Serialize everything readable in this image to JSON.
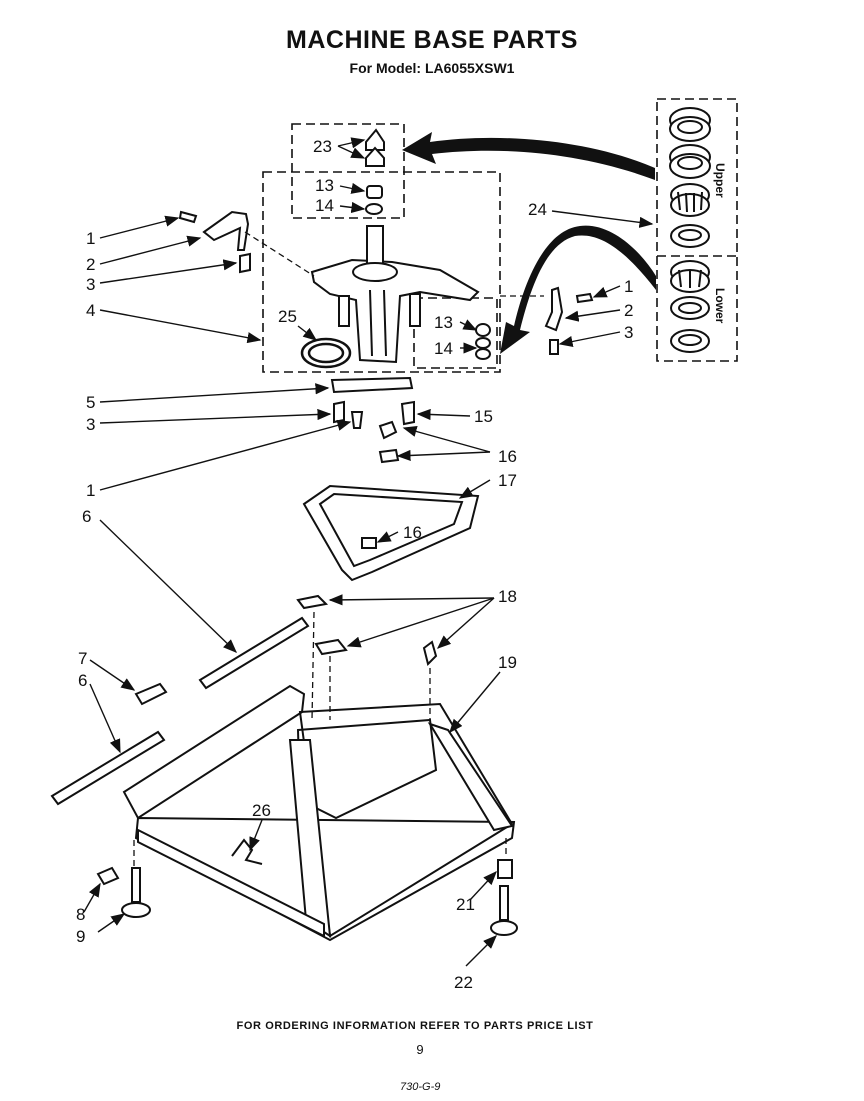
{
  "header": {
    "title": "MACHINE BASE PARTS",
    "subtitle": "For Model: LA6055XSW1"
  },
  "callouts": {
    "c23": "23",
    "c13a": "13",
    "c14a": "14",
    "c24": "24",
    "c1a": "1",
    "c2a": "2",
    "c3a": "3",
    "c4": "4",
    "c25": "25",
    "c13b": "13",
    "c14b": "14",
    "c1b": "1",
    "c2b": "2",
    "c3b": "3",
    "c5": "5",
    "c3c": "3",
    "c15": "15",
    "c16a": "16",
    "c1c": "1",
    "c17": "17",
    "c16b": "16",
    "c6a": "6",
    "c18": "18",
    "c7": "7",
    "c6b": "6",
    "c19": "19",
    "c26": "26",
    "c21": "21",
    "c8": "8",
    "c9": "9",
    "c22": "22"
  },
  "bearing_labels": {
    "upper": "Upper",
    "lower": "Lower"
  },
  "footer": {
    "note": "FOR ORDERING INFORMATION REFER TO PARTS PRICE LIST",
    "page": "9",
    "code": "730-G-9"
  }
}
